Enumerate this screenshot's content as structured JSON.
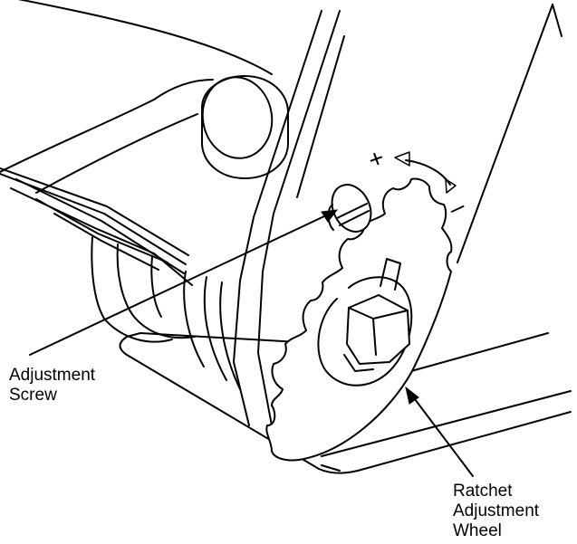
{
  "diagram": {
    "labels": {
      "adjustment_screw": [
        "Adjustment",
        "Screw"
      ],
      "ratchet_wheel": [
        "Ratchet",
        "Adjustment",
        "Wheel"
      ]
    },
    "direction_marks": {
      "plus": "+",
      "minus": "–"
    }
  }
}
